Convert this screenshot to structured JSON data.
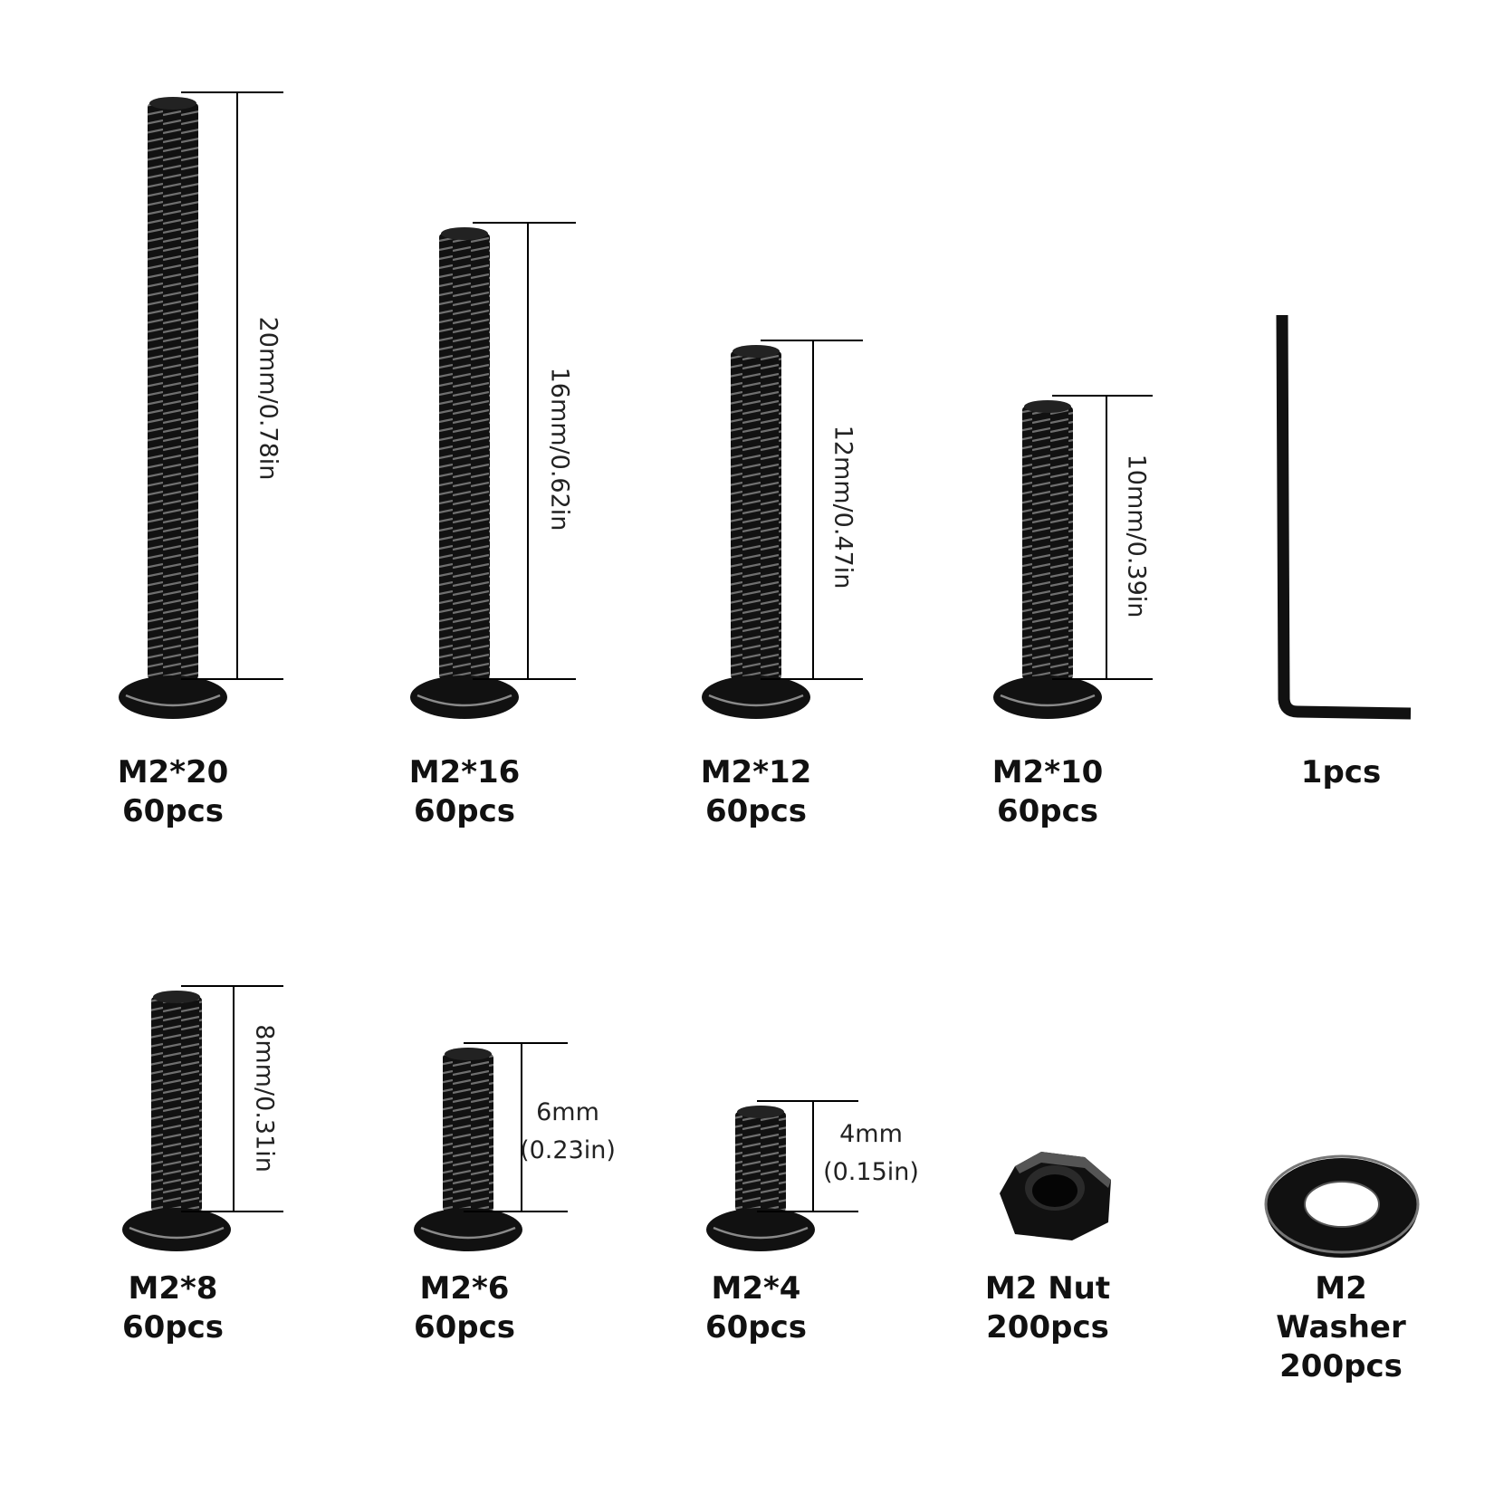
{
  "colors": {
    "metal": "#111111",
    "highlight": "#8a8a8a",
    "line": "#000000",
    "text": "#111111",
    "background": "#ffffff"
  },
  "items": [
    {
      "kind": "screw",
      "name": "M2*20",
      "qty": "60pcs",
      "length_label": "20mm/0.78in"
    },
    {
      "kind": "screw",
      "name": "M2*16",
      "qty": "60pcs",
      "length_label": "16mm/0.62in"
    },
    {
      "kind": "screw",
      "name": "M2*12",
      "qty": "60pcs",
      "length_label": "12mm/0.47in"
    },
    {
      "kind": "screw",
      "name": "M2*10",
      "qty": "60pcs",
      "length_label": "10mm/0.39in"
    },
    {
      "kind": "wrench",
      "name": "",
      "qty": "1pcs",
      "length_label": ""
    },
    {
      "kind": "screw",
      "name": "M2*8",
      "qty": "60pcs",
      "length_label": "8mm/0.31in"
    },
    {
      "kind": "screw",
      "name": "M2*6",
      "qty": "60pcs",
      "length_label": "6mm",
      "length_label_2": "(0.23in)"
    },
    {
      "kind": "screw",
      "name": "M2*4",
      "qty": "60pcs",
      "length_label": "4mm",
      "length_label_2": "(0.15in)"
    },
    {
      "kind": "nut",
      "name": "M2 Nut",
      "qty": "200pcs"
    },
    {
      "kind": "washer",
      "name": "M2",
      "name_2": "Washer",
      "qty": "200pcs"
    }
  ]
}
